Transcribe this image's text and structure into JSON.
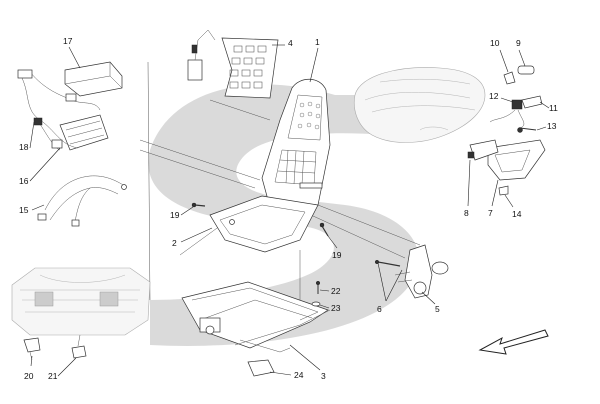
{
  "callouts": [
    "1",
    "2",
    "3",
    "4",
    "5",
    "6",
    "7",
    "8",
    "9",
    "10",
    "11",
    "12",
    "13",
    "14",
    "15",
    "16",
    "17",
    "18",
    "19",
    "19",
    "20",
    "21",
    "22",
    "23",
    "24"
  ],
  "colors": {
    "watermark": "#d4d4d4",
    "line": "#333333",
    "ghost": "#aaaaaa"
  },
  "icons": {
    "direction_arrow": "arrow-down-left-icon"
  }
}
